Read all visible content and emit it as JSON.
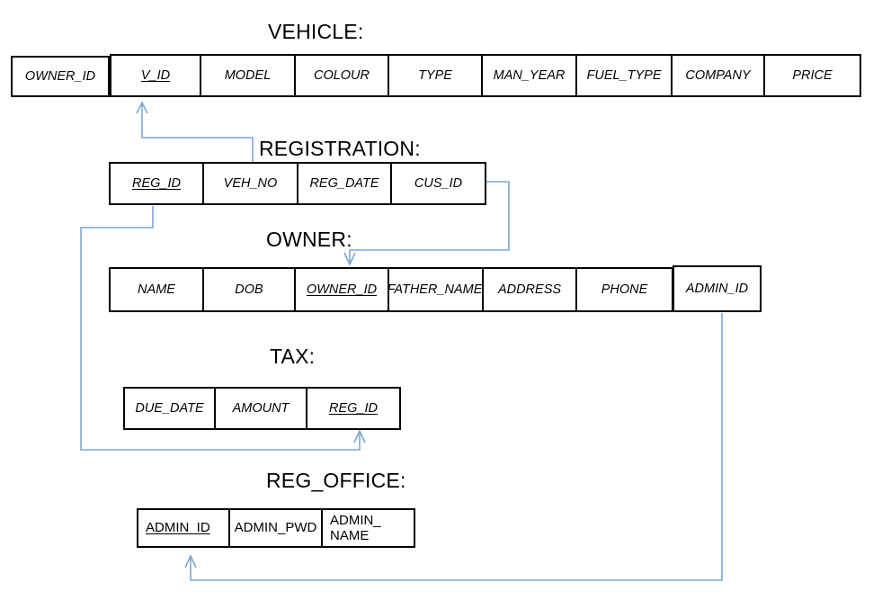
{
  "diagram": {
    "kind": "relational-database-schema",
    "accent_color": "#7EA6D9",
    "line_color": "#000000",
    "background": "#ffffff"
  },
  "tables": {
    "vehicle": {
      "caption": "VEHICLE:",
      "detached_cell": {
        "label": "OWNER_ID",
        "is_key": false
      },
      "attributes": [
        {
          "label": "V_ID",
          "is_key": true
        },
        {
          "label": "MODEL",
          "is_key": false
        },
        {
          "label": "COLOUR",
          "is_key": false
        },
        {
          "label": "TYPE",
          "is_key": false
        },
        {
          "label": "MAN_YEAR",
          "is_key": false
        },
        {
          "label": "FUEL_TYPE",
          "is_key": false
        },
        {
          "label": "COMPANY",
          "is_key": false
        },
        {
          "label": "PRICE",
          "is_key": false
        }
      ]
    },
    "registration": {
      "caption": "REGISTRATION:",
      "attributes": [
        {
          "label": "REG_ID",
          "is_key": true
        },
        {
          "label": "VEH_NO",
          "is_key": false
        },
        {
          "label": "REG_DATE",
          "is_key": false
        },
        {
          "label": "CUS_ID",
          "is_key": false
        }
      ]
    },
    "owner": {
      "caption": "OWNER:",
      "detached_cell": {
        "label": "ADMIN_ID",
        "is_key": false
      },
      "attributes": [
        {
          "label": "NAME",
          "is_key": false
        },
        {
          "label": "DOB",
          "is_key": false
        },
        {
          "label": "OWNER_ID",
          "is_key": true
        },
        {
          "label": "FATHER_NAME",
          "is_key": false
        },
        {
          "label": "ADDRESS",
          "is_key": false
        },
        {
          "label": "PHONE",
          "is_key": false
        }
      ]
    },
    "tax": {
      "caption": "TAX:",
      "attributes": [
        {
          "label": "DUE_DATE",
          "is_key": false
        },
        {
          "label": "AMOUNT",
          "is_key": false
        },
        {
          "label": "REG_ID",
          "is_key": true
        }
      ]
    },
    "reg_office": {
      "caption": "REG_OFFICE:",
      "attributes": [
        {
          "label": "ADMIN_ID",
          "is_key": true
        },
        {
          "label": "ADMIN_PWD",
          "is_key": false
        },
        {
          "label": "ADMIN_\nNAME",
          "is_key": false
        }
      ]
    }
  },
  "relationships": [
    {
      "name": "registration-veh-no-to-vehicle-v-id",
      "from": "REGISTRATION.VEH_NO",
      "to": "VEHICLE.V_ID"
    },
    {
      "name": "registration-cus-id-to-owner-owner-id",
      "from": "REGISTRATION.CUS_ID",
      "to": "OWNER.OWNER_ID"
    },
    {
      "name": "registration-reg-id-to-tax-reg-id",
      "from": "REGISTRATION.REG_ID",
      "to": "TAX.REG_ID"
    },
    {
      "name": "owner-admin-id-to-reg-office-admin-id",
      "from": "OWNER.ADMIN_ID",
      "to": "REG_OFFICE.ADMIN_ID"
    }
  ]
}
